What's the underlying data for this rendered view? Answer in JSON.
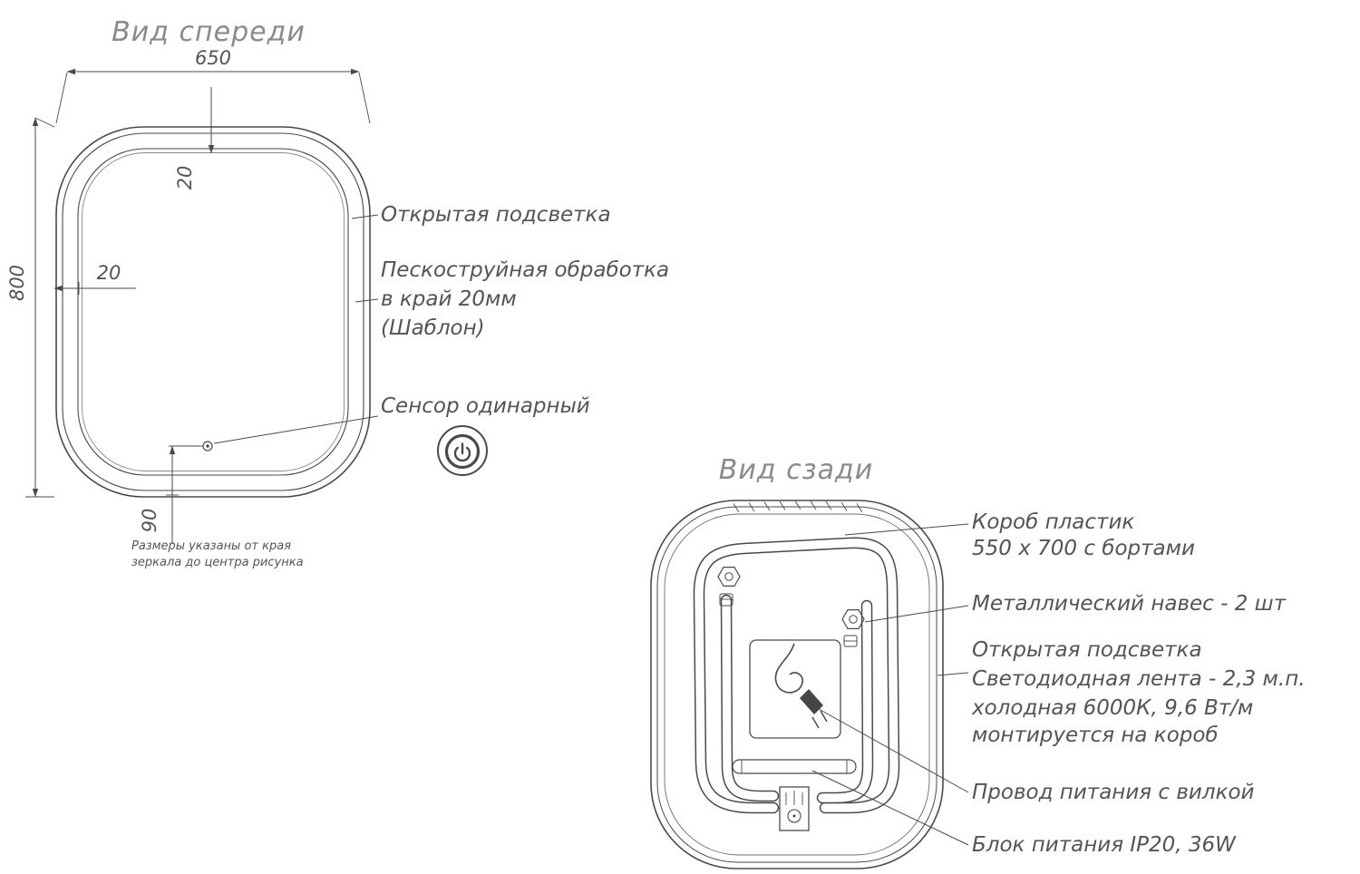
{
  "front": {
    "title": "Вид спереди",
    "dims": {
      "width": "650",
      "height": "800",
      "top_inset": "20",
      "left_inset": "20",
      "sensor_offset": "90"
    },
    "note": {
      "line1": "Размеры указаны от края",
      "line2": "зеркала до центра рисунка"
    },
    "callouts": {
      "backlight": "Открытая подсветка",
      "sandblast_line1": "Пескоструйная обработка",
      "sandblast_line2": "в край 20мм",
      "sandblast_line3": "(Шаблон)",
      "sensor": "Сенсор одинарный"
    }
  },
  "back": {
    "title": "Вид сзади",
    "callouts": {
      "box_line1": "Короб пластик",
      "box_line2": "550 х 700 с бортами",
      "hanger": "Металлический навес - 2 шт",
      "led_line1": "Открытая подсветка",
      "led_line2": "Светодиодная лента - 2,3 м.п.",
      "led_line3": "холодная 6000К, 9,6 Вт/м",
      "led_line4": "монтируется на короб",
      "cord": "Провод питания с вилкой",
      "psu": "Блок питания IP20, 36W"
    }
  },
  "colors": {
    "line": "#4a4a4a",
    "text": "#545454",
    "title": "#8a8a8a",
    "background": "#ffffff"
  }
}
